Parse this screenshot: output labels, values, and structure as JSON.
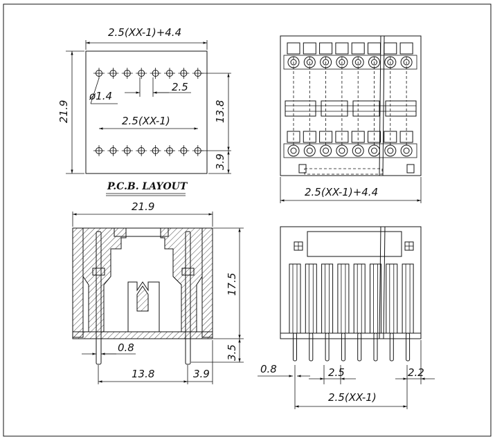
{
  "pcb_layout": {
    "title": "P.C.B. LAYOUT",
    "dim_width": "2.5(XX-1)+4.4",
    "dim_height": "21.9",
    "dim_hole_dia": "ø1.4",
    "dim_pitch": "2.5",
    "dim_row_span": "2.5(XX-1)",
    "dim_row_gap": "13.8",
    "dim_edge": "3.9"
  },
  "top_view": {
    "dim_width": "2.5(XX-1)+4.4"
  },
  "side_view": {
    "dim_width": "21.9",
    "dim_height": "17.5",
    "dim_tail": "3.5",
    "dim_pin": "0.8",
    "dim_pin_span": "13.8",
    "dim_edge": "3.9"
  },
  "front_view": {
    "dim_pin": "0.8",
    "dim_pitch": "2.5",
    "dim_edge": "2.2",
    "dim_span": "2.5(XX-1)"
  }
}
